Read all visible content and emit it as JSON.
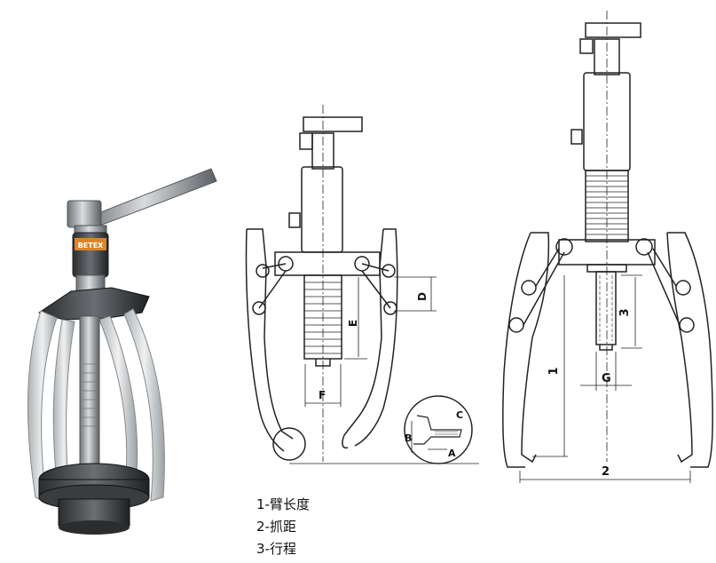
{
  "photo": {
    "brand_tag": "BETEX"
  },
  "drawing_small": {
    "dim_labels": {
      "D": "D",
      "E": "E",
      "F": "F",
      "A": "A",
      "B": "B",
      "C": "C"
    }
  },
  "drawing_large": {
    "dim_labels": {
      "arm_length": "1",
      "spread": "2",
      "stroke": "3",
      "G": "G"
    }
  },
  "legend": {
    "items": [
      "1-臂长度",
      "2-抓距",
      "3-行程"
    ]
  }
}
